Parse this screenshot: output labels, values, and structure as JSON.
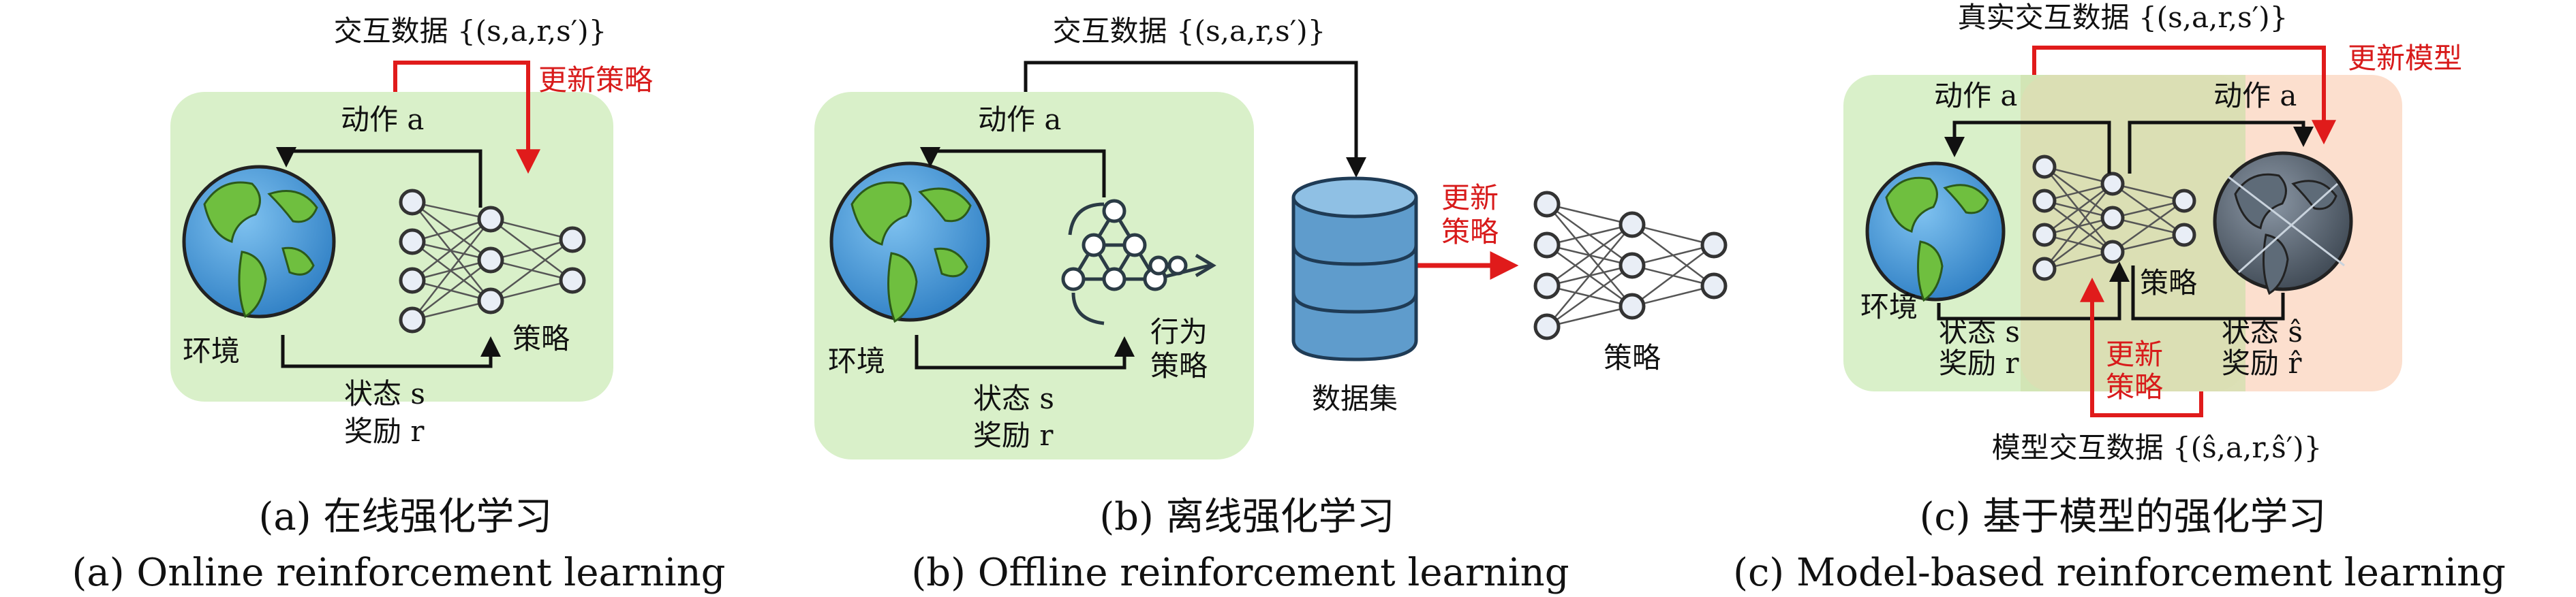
{
  "panel_a": {
    "top_label": "交互数据 {(s,a,r,s′)}",
    "update_label": "更新策略",
    "action_label": "动作 a",
    "env_label": "环境",
    "policy_label": "策略",
    "state_label": "状态 s",
    "reward_label": "奖励 r",
    "caption_cn": "(a) 在线强化学习",
    "caption_en": "(a) Online reinforcement learning"
  },
  "panel_b": {
    "top_label": "交互数据 {(s,a,r,s′)}",
    "action_label": "动作 a",
    "env_label": "环境",
    "behavior_policy_line1": "行为",
    "behavior_policy_line2": "策略",
    "state_label": "状态 s",
    "reward_label": "奖励 r",
    "dataset_label": "数据集",
    "update_line1": "更新",
    "update_line2": "策略",
    "policy_label": "策略",
    "caption_cn": "(b) 离线强化学习",
    "caption_en": "(b) Offline reinforcement learning"
  },
  "panel_c": {
    "top_label": "真实交互数据 {(s,a,r,s′)}",
    "update_model_label": "更新模型",
    "action_left": "动作 a",
    "action_right": "动作 a",
    "env_label": "环境",
    "state_left": "状态 s",
    "reward_left": "奖励 r",
    "policy_label": "策略",
    "state_right": "状态 ŝ",
    "reward_right": "奖励 r̂",
    "update_line1": "更新",
    "update_line2": "策略",
    "bottom_label": "模型交互数据 {(ŝ,a,r,ŝ′)}",
    "caption_cn": "(c) 基于模型的强化学习",
    "caption_en": "(c) Model-based reinforcement learning"
  },
  "colors": {
    "env_box_green": "#d9f0c9",
    "model_box_peach": "#fbd9c6",
    "update_red": "#e01b1b",
    "node_fill": "#e9eef6",
    "node_stroke": "#333333",
    "earth_ocean": "#3a8fd6",
    "earth_land": "#6fbf3f",
    "dark_earth": "#4a5561",
    "database_blue": "#5f9ccc"
  }
}
